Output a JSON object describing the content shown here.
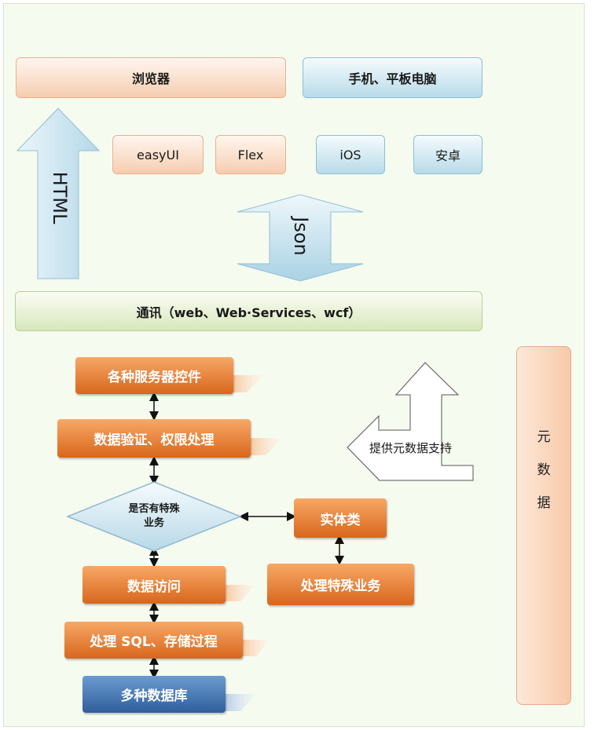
{
  "top": {
    "browser": "浏览器",
    "mobile": "手机、平板电脑",
    "easyui": "easyUI",
    "flex": "Flex",
    "ios": "iOS",
    "android": "安卓",
    "html_arrow": "HTML",
    "json_arrow": "Json",
    "comm": "通讯（web、Web·Services、wcf）"
  },
  "flow": {
    "server_controls": "各种服务器控件",
    "validation": "数据验证、权限处理",
    "decision_line1": "是否有特殊",
    "decision_line2": "业务",
    "data_access": "数据访问",
    "sql": "处理 SQL、存储过程",
    "databases": "多种数据库",
    "entity": "实体类",
    "special": "处理特殊业务",
    "metadata_support": "提供元数据支持"
  },
  "metadata": {
    "chars": [
      "元",
      "数",
      "据"
    ]
  },
  "colors": {
    "accent_orange": "#e07524",
    "navy": "#3a6aa8",
    "peach": "#f6cdb0",
    "light_blue": "#b8dbe9",
    "light_green": "#d7e7bb"
  }
}
